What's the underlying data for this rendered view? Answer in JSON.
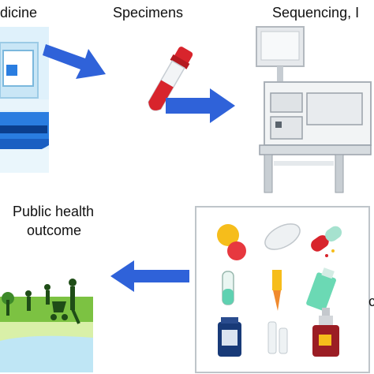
{
  "labels": {
    "medicine": "dicine",
    "specimens": "Specimens",
    "sequencing": "Sequencing, I",
    "public_health_line1": "Public health",
    "public_health_line2": "outcome",
    "right_edge_fragment": "c"
  },
  "colors": {
    "arrow_blue": "#2f62d9",
    "machine_blue": "#2a7de0",
    "tube_red": "#d8242c",
    "grass_green": "#7cc242",
    "water_blue": "#bfe6f5"
  },
  "icons": [
    "hospital-machine-icon",
    "blood-tube-icon",
    "sequencer-icon",
    "medicines-icon",
    "park-scene-icon"
  ]
}
